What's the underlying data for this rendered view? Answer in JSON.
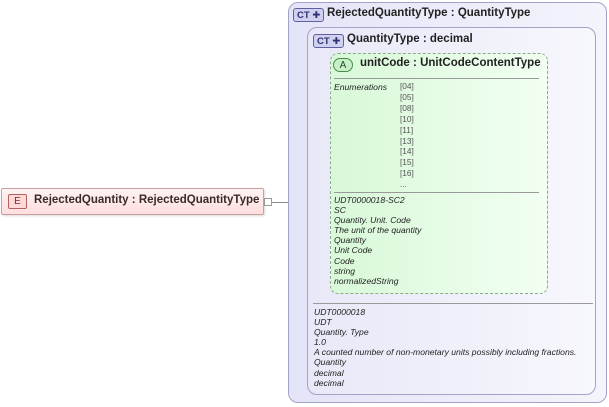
{
  "element": {
    "badge": "E",
    "name": "RejectedQuantity",
    "sep": ":",
    "type": "RejectedQuantityType"
  },
  "outer_type": {
    "badge": "CT",
    "name": "RejectedQuantityType",
    "sep": ":",
    "base": "QuantityType"
  },
  "inner_type": {
    "badge": "CT",
    "name": "QuantityType",
    "sep": ":",
    "base": "decimal",
    "annotations": [
      "UDT0000018",
      "UDT",
      "Quantity. Type",
      "1.0",
      "A counted number of non-monetary units possibly including fractions.",
      "Quantity",
      "decimal",
      "decimal"
    ]
  },
  "attribute": {
    "badge": "A",
    "name": "unitCode",
    "sep": ":",
    "type": "UnitCodeContentType",
    "enum_label": "Enumerations",
    "enumerations": [
      "[04]",
      "[05]",
      "[08]",
      "[10]",
      "[11]",
      "[13]",
      "[14]",
      "[15]",
      "[16]",
      "..."
    ],
    "annotations": [
      "UDT0000018-SC2",
      "SC",
      "Quantity. Unit. Code",
      "The unit of the quantity",
      "Quantity",
      "Unit Code",
      "Code",
      "string",
      "normalizedString"
    ]
  },
  "colors": {
    "element_bg": "#ffdede",
    "complex_type_bg": "#e8e8f8",
    "attribute_bg": "#d8f8d8"
  }
}
